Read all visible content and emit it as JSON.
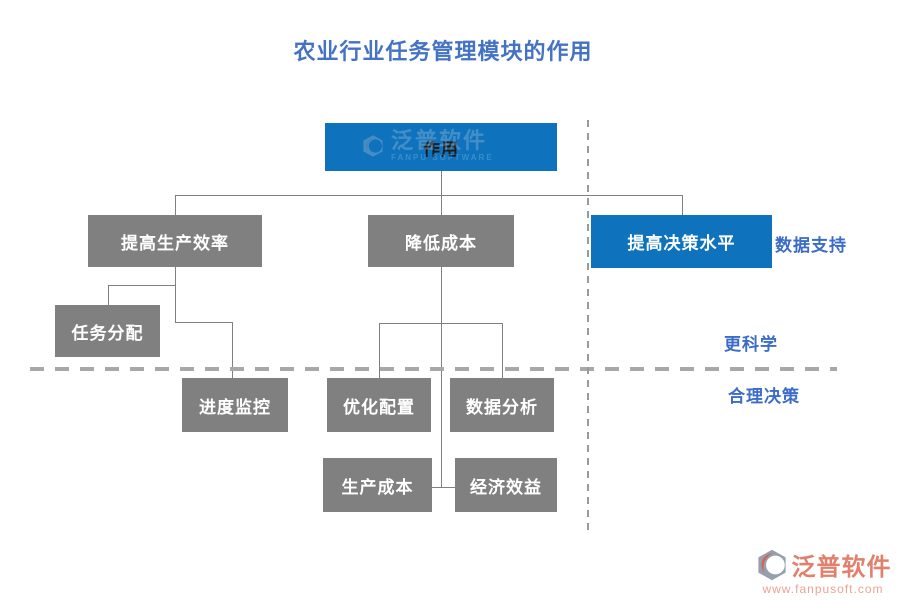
{
  "title": "农业行业任务管理模块的作用",
  "nodes": {
    "root": {
      "label": "作用"
    },
    "improve_efficiency": {
      "label": "提高生产效率"
    },
    "reduce_cost": {
      "label": "降低成本"
    },
    "improve_decision": {
      "label": "提高决策水平"
    },
    "task_allocation": {
      "label": "任务分配"
    },
    "progress_monitoring": {
      "label": "进度监控"
    },
    "optimize_allocation": {
      "label": "优化配置"
    },
    "data_analysis": {
      "label": "数据分析"
    },
    "production_cost": {
      "label": "生产成本"
    },
    "economic_benefit": {
      "label": "经济效益"
    }
  },
  "annotations": {
    "data_support": "数据支持",
    "more_scientific": "更科学",
    "reasonable_decision": "合理决策"
  },
  "watermark": {
    "name": "泛普软件",
    "sub": "FANPU SOFTWARE"
  },
  "logo": {
    "name": "泛普软件",
    "url": "www.fanpusoft.com"
  },
  "colors": {
    "accent_blue": "#0e72bd",
    "node_gray": "#808080",
    "title_blue": "#4472c4",
    "label_blue": "#3a6cc8",
    "line_gray": "#808080",
    "dash_gray": "#a8a8a8",
    "logo_coral": "#e2806e",
    "logo_url_coral": "#eda393",
    "logo_icon_gray": "#96a0ad"
  }
}
